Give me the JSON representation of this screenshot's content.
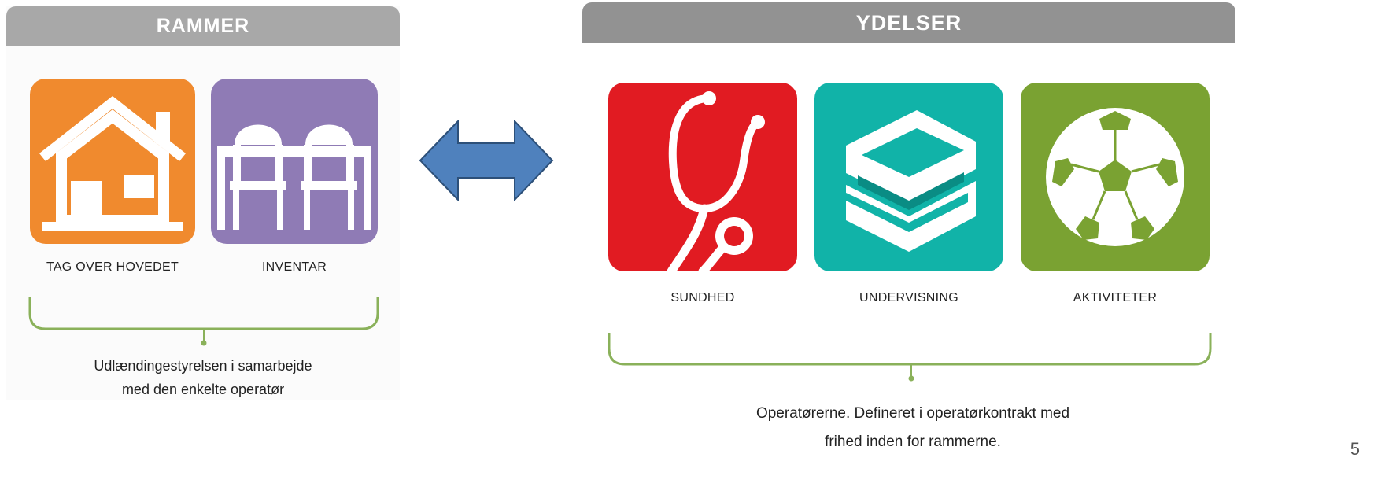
{
  "left_panel": {
    "title": "RAMMER",
    "tiles": [
      {
        "label": "TAG OVER HOVEDET",
        "icon": "house-icon",
        "color": "#f08a2e"
      },
      {
        "label": "INVENTAR",
        "icon": "chairs-icon",
        "color": "#8f7bb5"
      }
    ],
    "caption_line1": "Udlændingestyrelsen i samarbejde",
    "caption_line2": "med den enkelte operatør"
  },
  "right_panel": {
    "title": "YDELSER",
    "tiles": [
      {
        "label": "SUNDHED",
        "icon": "stethoscope-icon",
        "color": "#e11b22"
      },
      {
        "label": "UNDERVISNING",
        "icon": "books-icon",
        "color": "#11b3a8"
      },
      {
        "label": "AKTIVITETER",
        "icon": "soccer-ball-icon",
        "color": "#7aa232"
      }
    ],
    "caption_line1": "Operatørerne. Defineret i operatørkontrakt med",
    "caption_line2": "frihed inden for rammerne."
  },
  "connector": {
    "icon": "double-arrow-icon",
    "color": "#4f81bd"
  },
  "brace_color": "#8ab15a",
  "page_number": "5"
}
